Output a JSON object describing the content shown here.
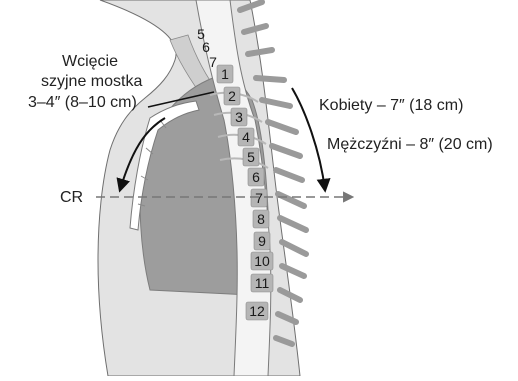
{
  "labels": {
    "jugular_line1": "Wcięcie",
    "jugular_line2": "szyjne mostka",
    "jugular_line3": "3–4″ (8–10 cm)",
    "women": "Kobiety – 7″ (18 cm)",
    "men": "Mężczyźni – 8″ (20 cm)",
    "cr": "CR"
  },
  "cervical_numbers": [
    "5",
    "6",
    "7"
  ],
  "thoracic_numbers": [
    "1",
    "2",
    "3",
    "4",
    "5",
    "6",
    "7",
    "8",
    "9",
    "10",
    "11",
    "12"
  ],
  "colors": {
    "body": "#e3e3e3",
    "lung": "#9d9d9d",
    "bone": "#ffffff",
    "outline": "#6f6f6f",
    "vertebra_box": "#b5b5b5",
    "arrow": "#111111",
    "cr_line": "#777777"
  }
}
